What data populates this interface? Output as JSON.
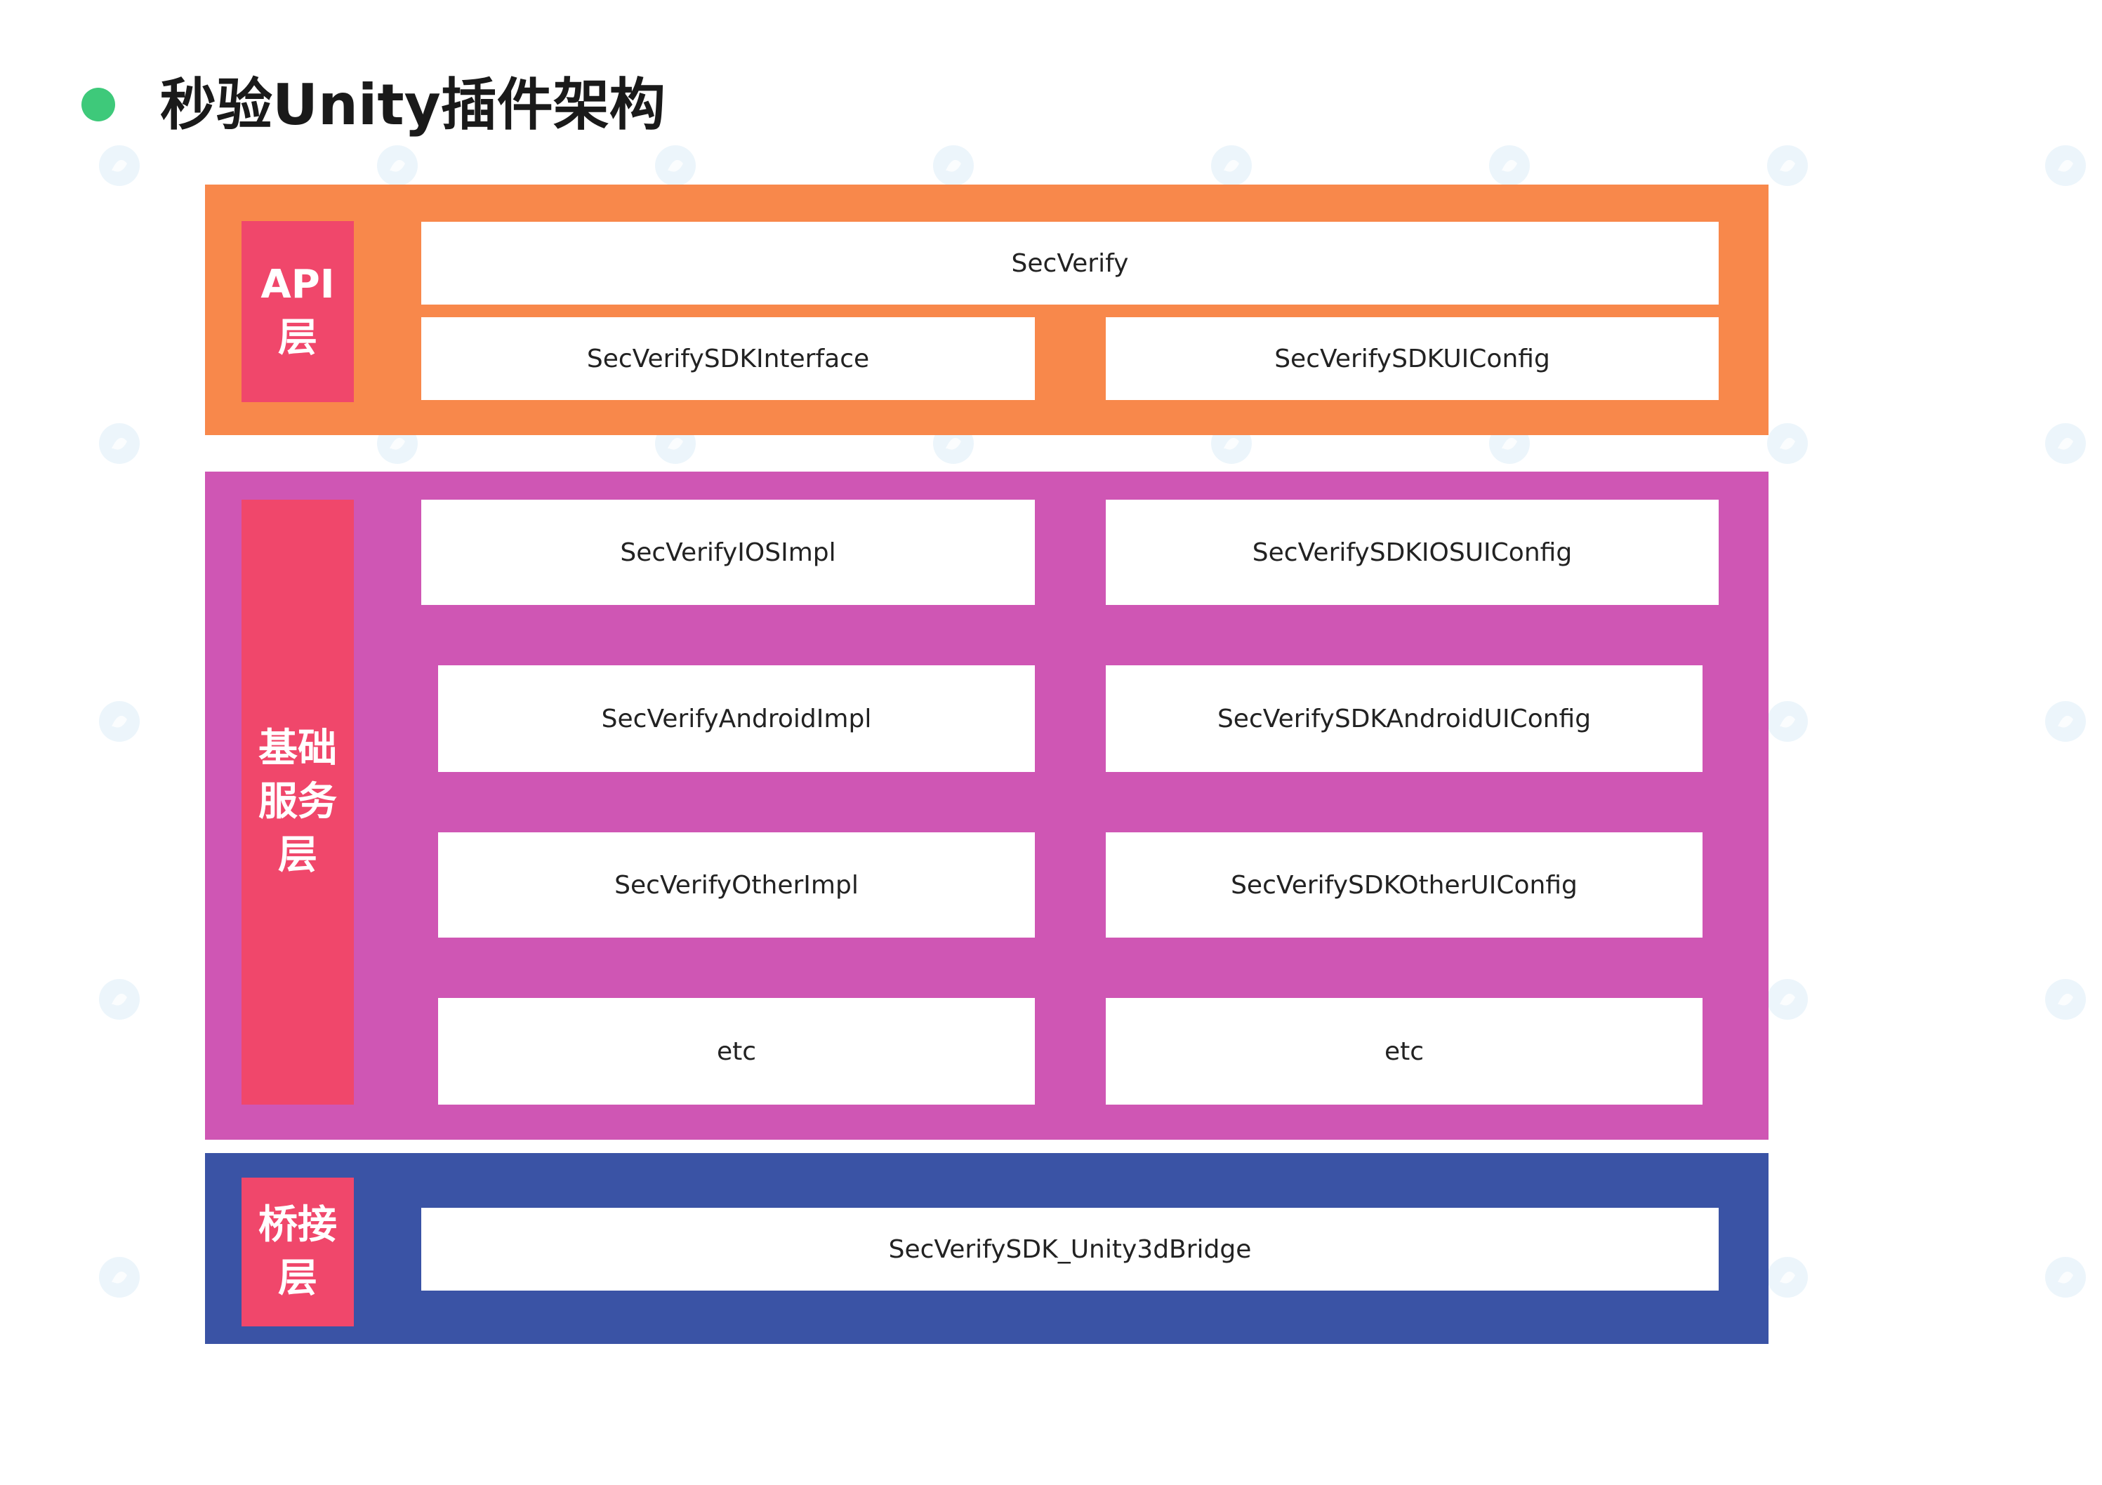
{
  "title": "秒验Unity插件架构",
  "colors": {
    "dot": "#3ec97a",
    "api_layer": "#f8884b",
    "base_layer": "#cf56b4",
    "bridge_layer": "#3a53a5",
    "side_label": "#f0476b",
    "box": "#ffffff"
  },
  "layers": {
    "api": {
      "label": "API层",
      "top_box": "SecVerify",
      "left_box": "SecVerifySDKInterface",
      "right_box": "SecVerifySDKUIConfig"
    },
    "base": {
      "label": "基础服务层",
      "left_boxes": [
        "SecVerifyIOSImpl",
        "SecVerifyAndroidImpl",
        "SecVerifyOtherImpl",
        "etc"
      ],
      "right_boxes": [
        "SecVerifySDKIOSUIConfig",
        "SecVerifySDKAndroidUIConfig",
        "SecVerifySDKOtherUIConfig",
        "etc"
      ]
    },
    "bridge": {
      "label": "桥接层",
      "box": "SecVerifySDK_Unity3dBridge"
    }
  },
  "watermark_icon": "yitu-logo-icon"
}
